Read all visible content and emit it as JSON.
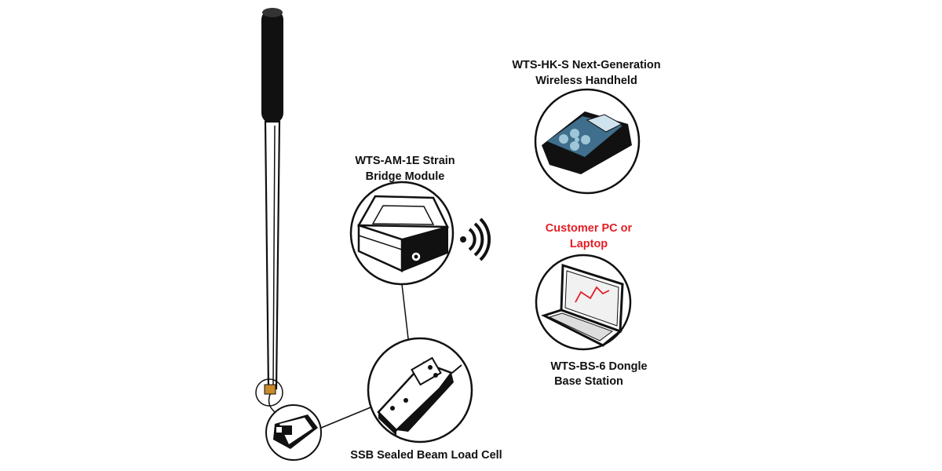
{
  "labels": {
    "strain_bridge_line1": "WTS-AM-1E Strain",
    "strain_bridge_line2": "Bridge Module",
    "handheld_line1": "WTS-HK-S Next-Generation",
    "handheld_line2": "Wireless Handheld",
    "pc_line1": "Customer PC or",
    "pc_line2": "Laptop",
    "dongle_line1": "WTS-BS-6 Dongle",
    "dongle_line2": "Base Station",
    "load_cell": "SSB Sealed Beam Load Cell"
  },
  "colors": {
    "outline": "#111111",
    "fill_dark": "#111111",
    "highlight_red": "#e31e24",
    "handheld_screen": "#3f6f8c",
    "handheld_button": "#9ec6d8",
    "sensor_patch": "#c98a2b"
  },
  "icons": {
    "golf_club": "golf-club-illustration",
    "signal": "wireless-signal-icon",
    "handheld": "wireless-handheld-illustration",
    "module": "strain-bridge-module-illustration",
    "laptop": "laptop-illustration",
    "load_cell": "load-cell-illustration"
  }
}
